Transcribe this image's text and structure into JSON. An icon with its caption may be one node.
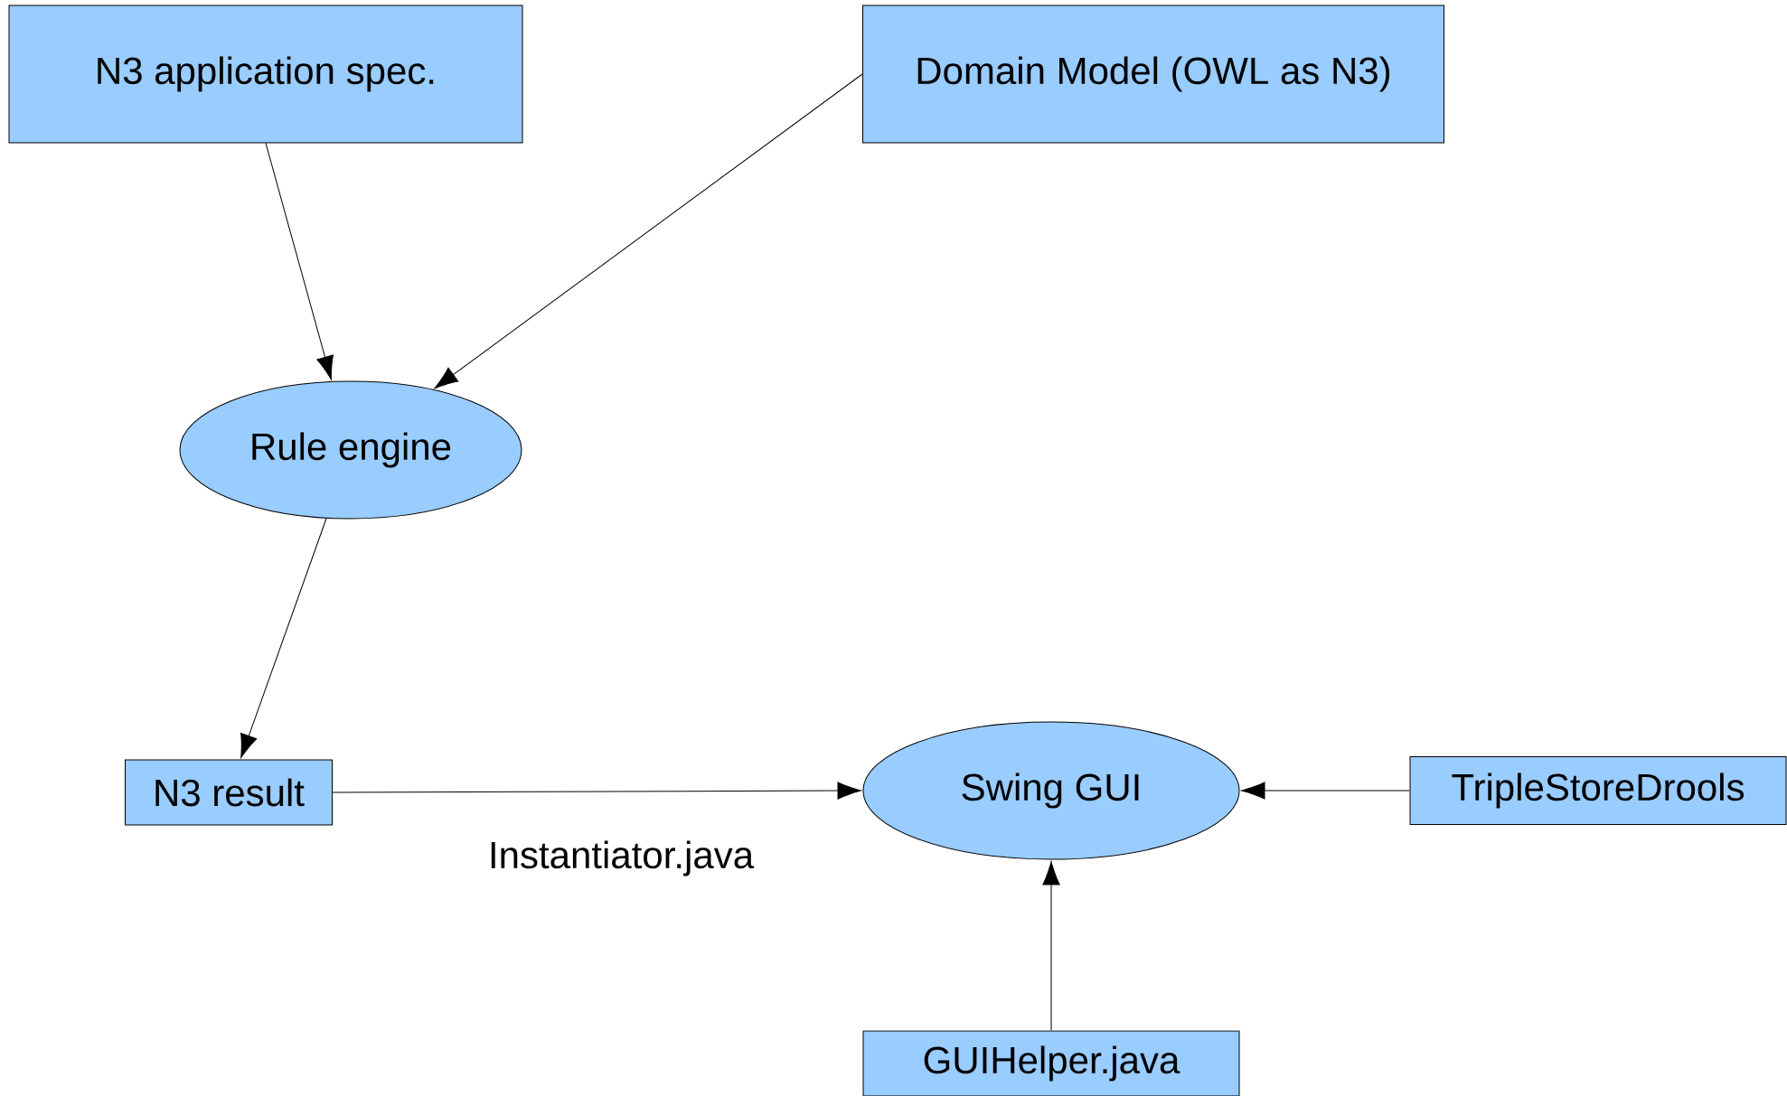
{
  "diagram": {
    "nodes": [
      {
        "text": [
          "N3 application spec."
        ]
      },
      {
        "text": [
          "Domain Model (OWL as N3)"
        ]
      },
      {
        "text": [
          "Rule engine"
        ]
      },
      {
        "text": [
          "N3 result"
        ]
      },
      {
        "text": [
          "Swing GUI"
        ]
      },
      {
        "text": [
          "TripleStoreDrools"
        ]
      },
      {
        "text": [
          "GUIHelper.java"
        ]
      }
    ],
    "edges": [
      {
        "from": 0,
        "to": 2,
        "arrow": "to"
      },
      {
        "from": 1,
        "to": 2,
        "arrow": "to"
      },
      {
        "from": 2,
        "to": 3,
        "arrow": "to"
      },
      {
        "from": 3,
        "to": 4,
        "arrow": "to",
        "label": "Instantiator.java"
      },
      {
        "from": 5,
        "to": 4,
        "arrow": "to"
      },
      {
        "from": 6,
        "to": 4,
        "arrow": "to"
      }
    ]
  }
}
